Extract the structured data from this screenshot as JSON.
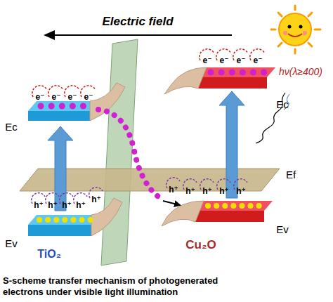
{
  "diagram": {
    "caption": "S-scheme transfer mechanism of photogenerated electrons under visible light illumination",
    "labels": [
      "Electric field",
      "hν(λ≥400)",
      "Ec",
      "Ev",
      "Ec",
      "Ev",
      "Ef",
      "TiO₂",
      "Cu₂O",
      "e⁻",
      "e⁻",
      "e⁻",
      "e⁻",
      "e⁻",
      "e⁻",
      "e⁻",
      "e⁻",
      "h⁺",
      "h⁺",
      "h⁺",
      "h⁺",
      "h⁺",
      "h⁺",
      "h⁺",
      "h⁺",
      "h⁺",
      "h⁺"
    ]
  }
}
